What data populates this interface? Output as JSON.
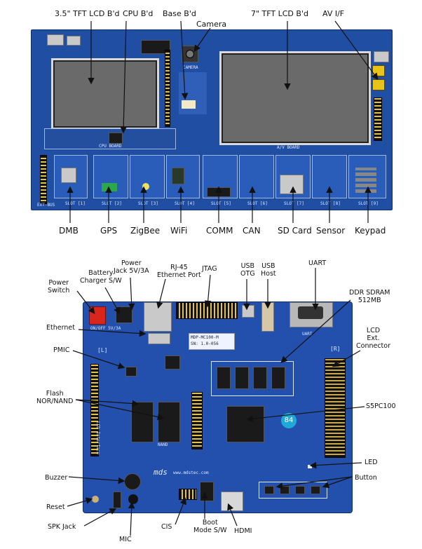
{
  "top_labels": {
    "lcd35": "3.5\" TFT LCD B'd",
    "cpu": "CPU B'd",
    "base": "Base B'd",
    "camera": "Camera",
    "lcd7": "7\" TFT LCD B'd",
    "av": "AV I/F"
  },
  "slot_labels": {
    "dmb": "DMB",
    "gps": "GPS",
    "zigbee": "ZigBee",
    "wifi": "WiFi",
    "comm": "COMM",
    "can": "CAN",
    "sdcard": "SD Card",
    "sensor": "Sensor",
    "keypad": "Keypad"
  },
  "board1_silk": {
    "cpu_board": "CPU BOARD",
    "av_board": "A/V BOARD",
    "camera": "CAMERA",
    "ext_bus": "EXT-BUS",
    "slots": [
      "SLOT [1]",
      "SLOT [2]",
      "SLOT [3]",
      "SLOT [4]",
      "SLOT [5]",
      "SLOT [6]",
      "SLOT [7]",
      "SLOT [8]",
      "SLOT [9]"
    ]
  },
  "board2_labels": {
    "power_switch": [
      "Power",
      "Switch"
    ],
    "battery": [
      "Battery",
      "Charger S/W"
    ],
    "power_jack": [
      "Power",
      "Jack 5V/3A"
    ],
    "rj45": [
      "RJ-45",
      "Ethernet Port"
    ],
    "jtag": "JTAG",
    "usb_otg": [
      "USB",
      "OTG"
    ],
    "usb_host": [
      "USB",
      "Host"
    ],
    "uart": "UART",
    "ddr": [
      "DDR SDRAM",
      "512MB"
    ],
    "ethernet": "Ethernet",
    "lcd_ext": [
      "LCD",
      "Ext.",
      "Connector"
    ],
    "pmic": "PMIC",
    "flash": [
      "Flash",
      "NOR/NAND"
    ],
    "s5pc100": "S5PC100",
    "led": "LED",
    "button": "Button",
    "buzzer": "Buzzer",
    "reset": "Reset",
    "spk": "SPK Jack",
    "mic": "MIC",
    "cis": "CIS",
    "boot": [
      "Boot",
      "Mode S/W"
    ],
    "hdmi": "HDMI"
  },
  "board2_silk": {
    "on_off": "ON/OFF  5V/3A",
    "left": "[L]",
    "right": "[R]",
    "model": "MDP-MC100-M",
    "sn": "SN: 1.0-056",
    "uart": "UART",
    "lcd_interface": "LCD Interface",
    "nand": "NAND",
    "mds": "mds",
    "mdstec": "www.mdstec.com",
    "badge": "84"
  },
  "colors": {
    "board": "#1f4ea3",
    "board2": "#2350ad",
    "arrow": "#111111"
  }
}
